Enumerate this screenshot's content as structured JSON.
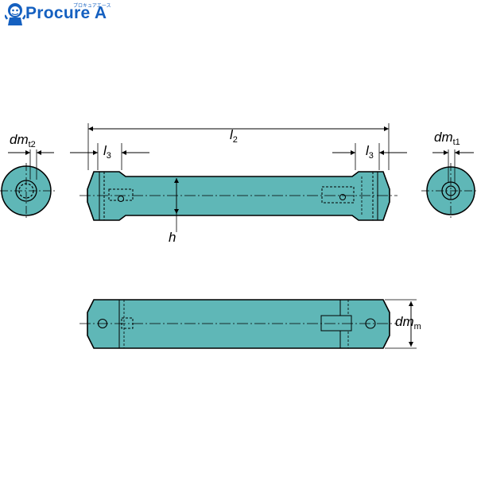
{
  "logo": {
    "name": "Procure A",
    "subtext": "プロキュアエース",
    "mascot_icon": "mascot-icon",
    "brand_color": "#1560c0"
  },
  "drawing": {
    "body_color": "#5fb7b7",
    "line_color": "#000000",
    "labels": {
      "dm_t2": {
        "main": "dm",
        "sub": "t2"
      },
      "dm_t1": {
        "main": "dm",
        "sub": "t1"
      },
      "l2": {
        "main": "l",
        "sub": "2"
      },
      "l3_left": {
        "main": "l",
        "sub": "3"
      },
      "l3_right": {
        "main": "l",
        "sub": "3"
      },
      "h": {
        "main": "h"
      },
      "dm_m": {
        "main": "dm",
        "sub": "m"
      }
    }
  }
}
